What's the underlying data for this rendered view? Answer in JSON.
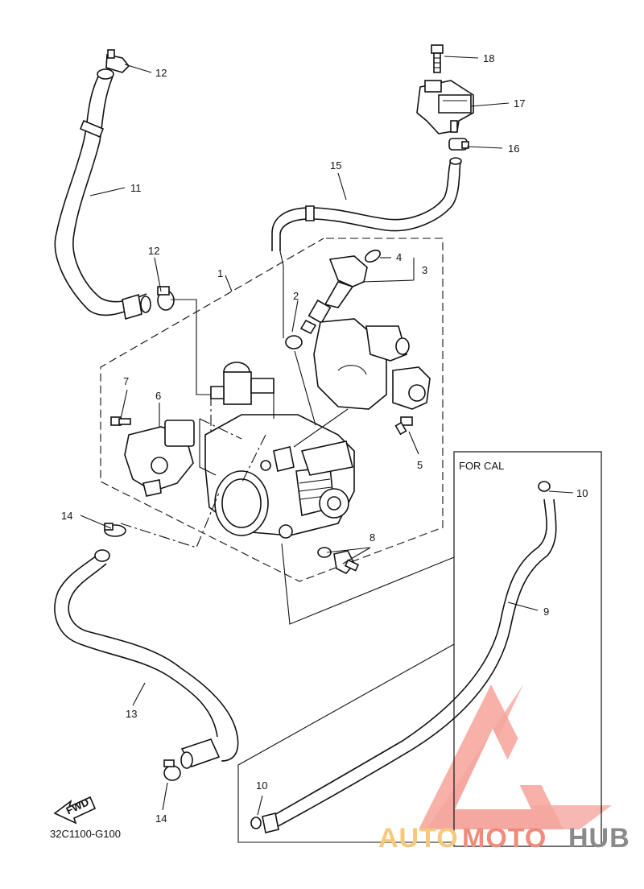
{
  "diagram": {
    "code": "32C1100-G100",
    "note_box_label": "FOR CAL",
    "fwd_label": "FWD",
    "callouts": [
      "1",
      "2",
      "3",
      "4",
      "5",
      "6",
      "7",
      "8",
      "9",
      "10",
      "10",
      "11",
      "12",
      "12",
      "13",
      "14",
      "14",
      "15",
      "16",
      "17",
      "18"
    ]
  },
  "watermark": {
    "text_part1": "AUTO",
    "text_part2": "MOTO",
    "text_part3": "HUB",
    "colors": {
      "part1": "#f5c87a",
      "part2": "#f08a7a",
      "part3": "#8a8a8a",
      "logo": "#f28b82"
    }
  }
}
